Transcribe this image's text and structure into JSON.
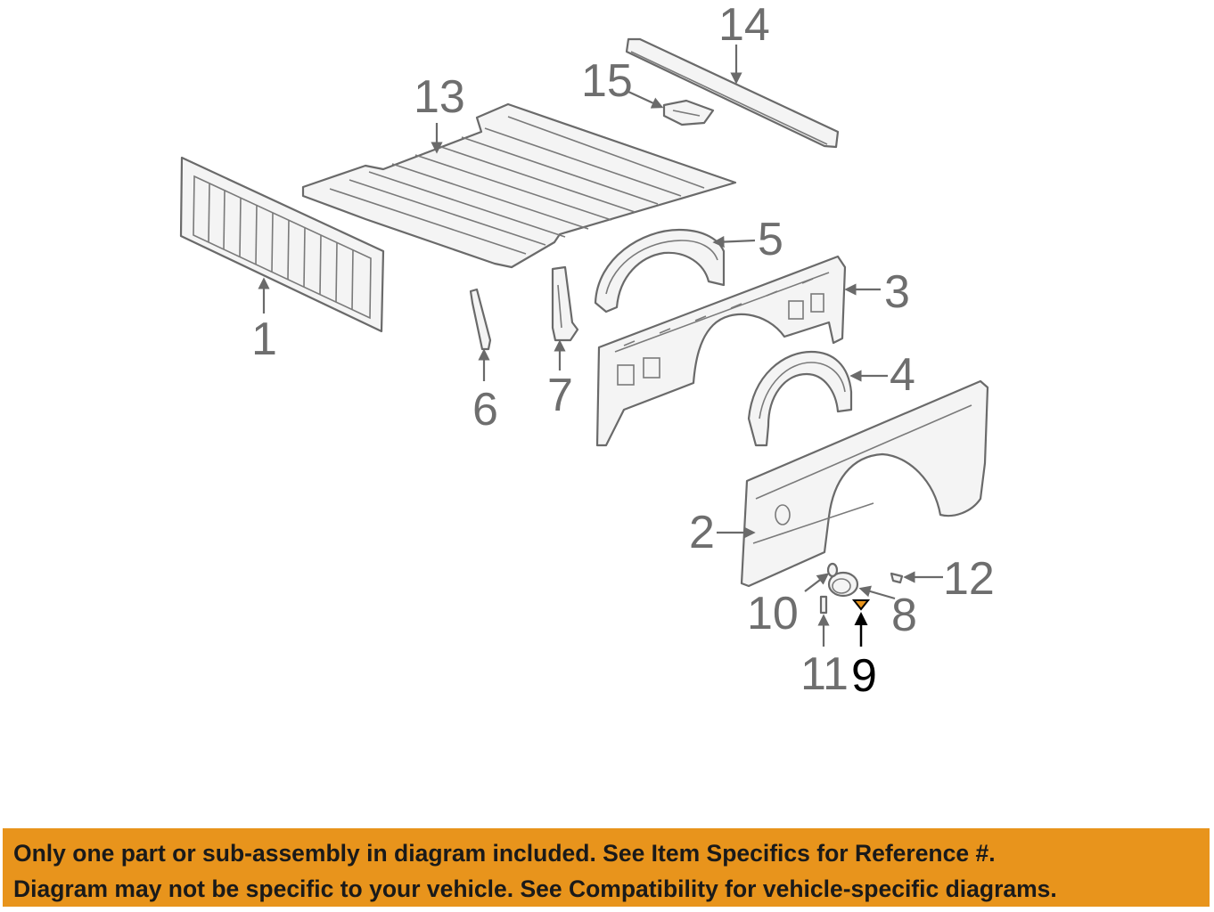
{
  "diagram": {
    "callouts": {
      "c1": "1",
      "c2": "2",
      "c3": "3",
      "c4": "4",
      "c5": "5",
      "c6": "6",
      "c7": "7",
      "c8": "8",
      "c9": "9",
      "c10": "10",
      "c11": "11",
      "c12": "12",
      "c13": "13",
      "c14": "14",
      "c15": "15"
    },
    "highlighted_callout": "9",
    "highlight_color": "#e8941c"
  },
  "banner": {
    "line1": "Only one part or sub-assembly in diagram included. See Item Specifics for Reference #.",
    "line2": "Diagram may not be specific to your vehicle. See Compatibility for vehicle-specific diagrams.",
    "background": "#e8941c"
  }
}
